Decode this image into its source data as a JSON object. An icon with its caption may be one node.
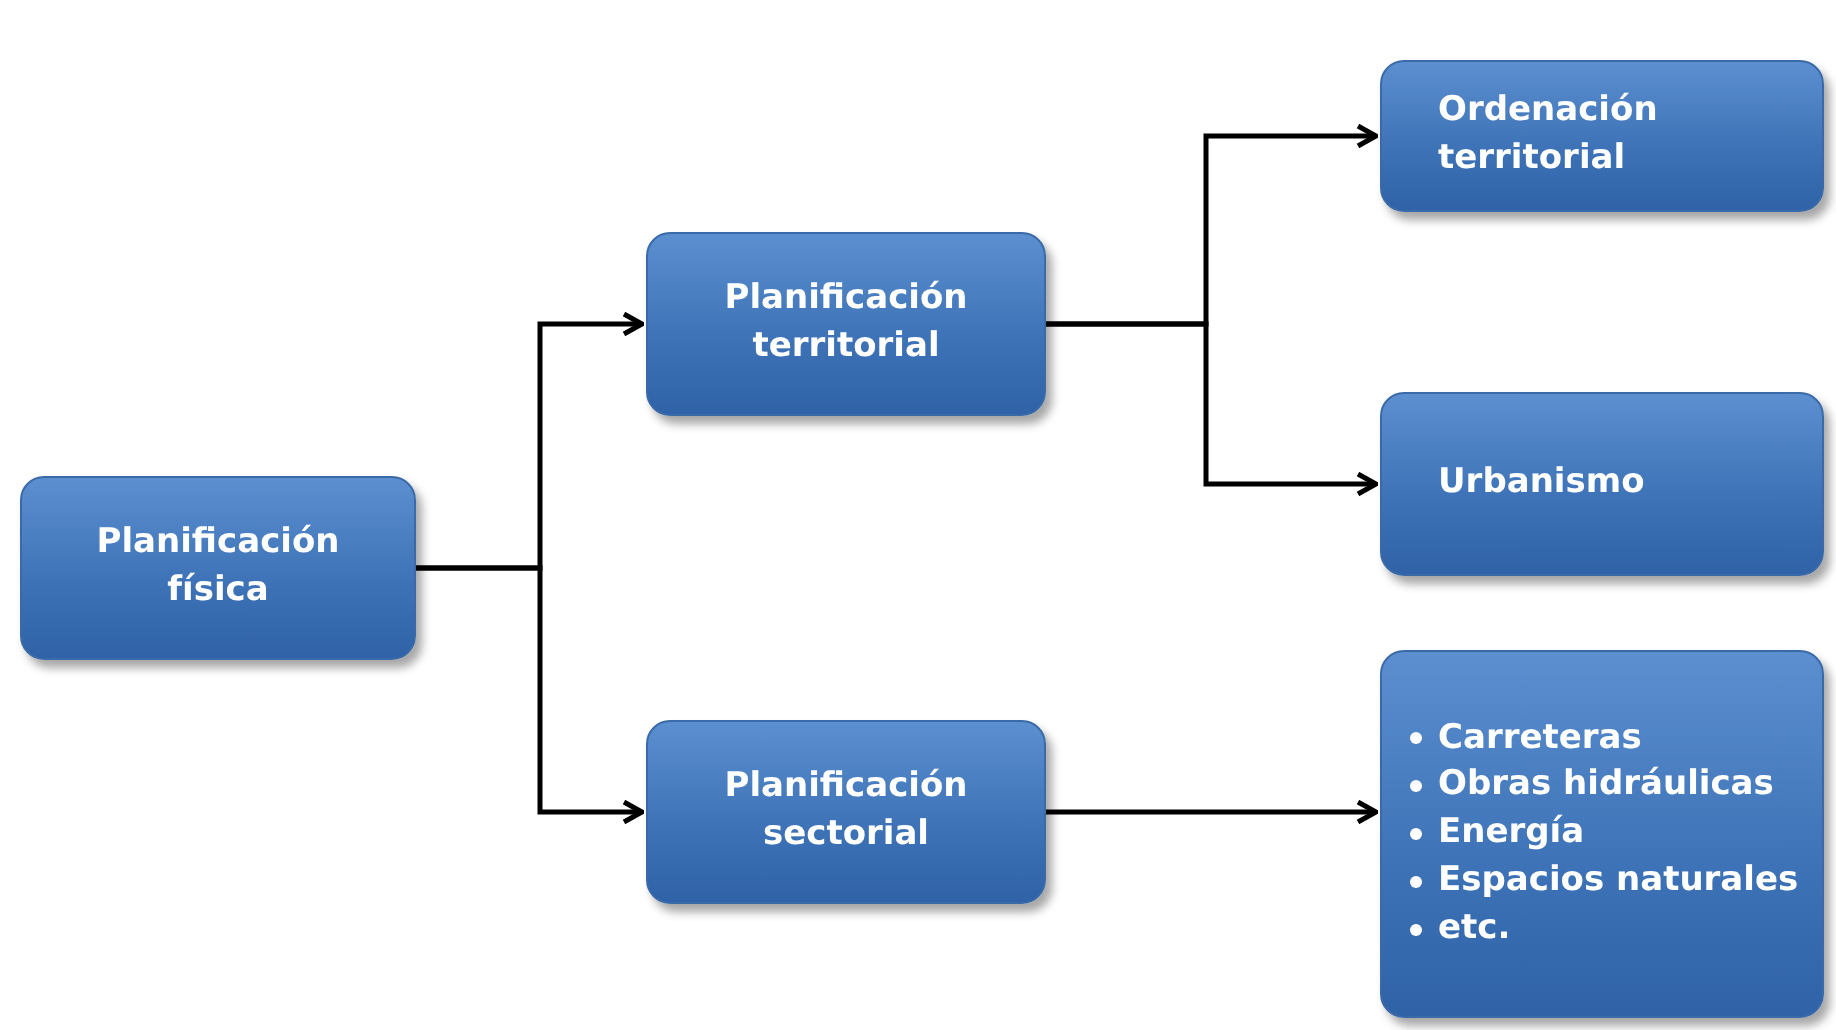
{
  "diagram": {
    "nodes": [
      {
        "text": [
          "Planificación física"
        ]
      },
      {
        "text": [
          "Planificación territorial"
        ]
      },
      {
        "text": [
          "Planificación sectorial"
        ]
      },
      {
        "text": [
          "Ordenación territorial"
        ]
      },
      {
        "text": [
          "Urbanismo"
        ]
      },
      {
        "text": [
          "Carreteras",
          "Obras hidráulicas",
          "Energía",
          "Espacios naturales",
          "etc."
        ]
      }
    ],
    "edges": [
      {
        "from": 0,
        "to": 1,
        "arrow": "to"
      },
      {
        "from": 0,
        "to": 2,
        "arrow": "to"
      },
      {
        "from": 1,
        "to": 3,
        "arrow": "to"
      },
      {
        "from": 1,
        "to": 4,
        "arrow": "to"
      },
      {
        "from": 2,
        "to": 5,
        "arrow": "to"
      }
    ]
  }
}
